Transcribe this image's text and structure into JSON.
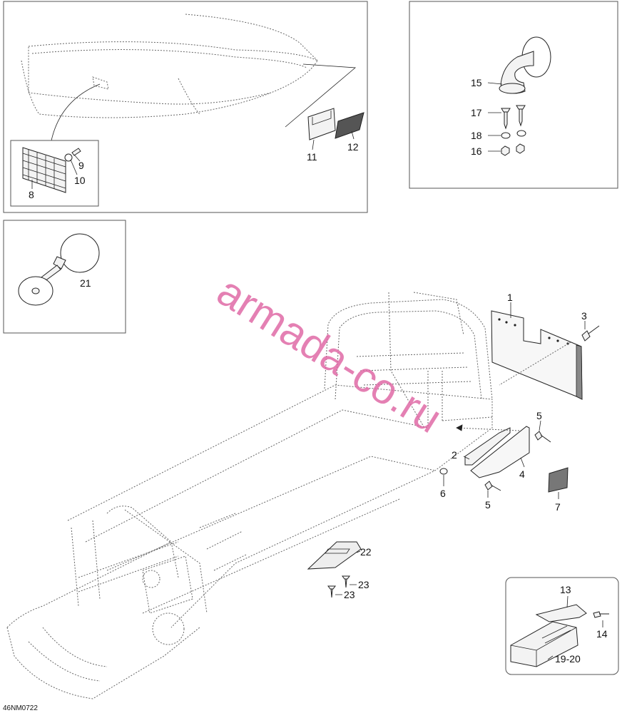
{
  "callouts": {
    "c1": "1",
    "c2": "2",
    "c3": "3",
    "c4": "4",
    "c5a": "5",
    "c5b": "5",
    "c6": "6",
    "c7": "7",
    "c8": "8",
    "c9": "9",
    "c10": "10",
    "c11": "11",
    "c12": "12",
    "c13": "13",
    "c14": "14",
    "c15": "15",
    "c16": "16",
    "c17": "17",
    "c18": "18",
    "c19_20": "19-20",
    "c21": "21",
    "c22": "22",
    "c23a": "23",
    "c23b": "23"
  },
  "watermark": "armada-co.ru",
  "drawing_code": "46NM0722",
  "colors": {
    "watermark": "#e06aa6",
    "line": "#222222"
  }
}
